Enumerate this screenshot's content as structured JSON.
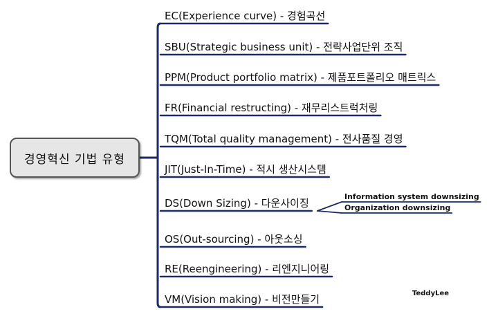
{
  "diagram": {
    "root": {
      "label": "경영혁신 기법 유형"
    },
    "branches": [
      {
        "label": "EC(Experience curve) - 경험곡선",
        "sub": []
      },
      {
        "label": "SBU(Strategic business unit) - 전략사업단위 조직",
        "sub": []
      },
      {
        "label": "PPM(Product portfolio matrix) - 제품포트폴리오 매트릭스",
        "sub": []
      },
      {
        "label": "FR(Financial restructing) - 재무리스트럭처링",
        "sub": []
      },
      {
        "label": "TQM(Total quality management) - 전사품질 경영",
        "sub": []
      },
      {
        "label": "JIT(Just-In-Time) - 적시 생산시스템",
        "sub": []
      },
      {
        "label": "DS(Down Sizing) - 다운사이징",
        "sub": [
          "Information system downsizing",
          "Organization downsizing"
        ]
      },
      {
        "label": "OS(Out-sourcing) - 아웃소싱",
        "sub": []
      },
      {
        "label": "RE(Reengineering) - 리엔지니어링",
        "sub": []
      },
      {
        "label": "VM(Vision making) - 비전만들기",
        "sub": []
      }
    ],
    "author": "TeddyLee",
    "line_color": "#1a2a6c"
  }
}
